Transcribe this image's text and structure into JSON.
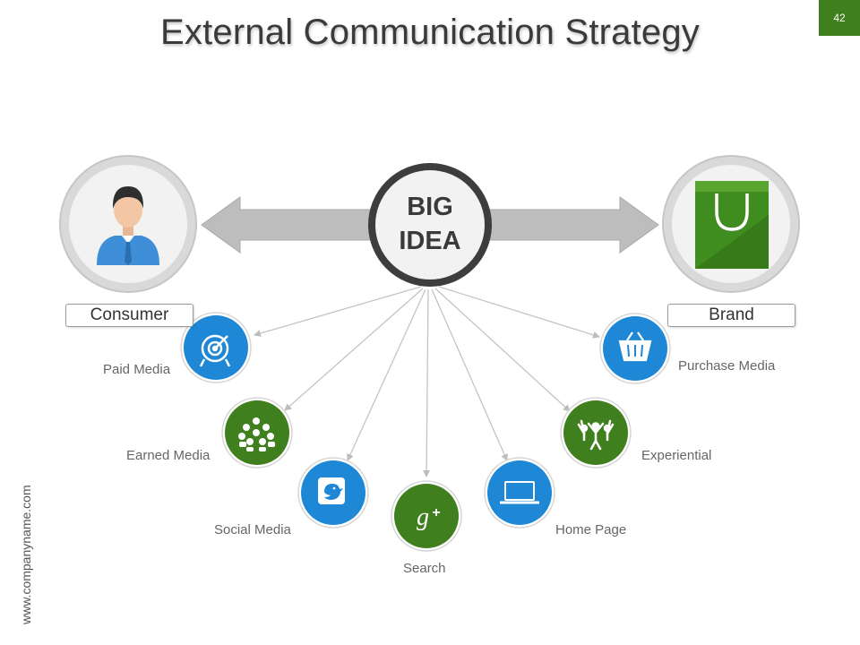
{
  "slide": {
    "title": "External Communication Strategy",
    "page_number": "42",
    "website": "www.companyname.com"
  },
  "diagram": {
    "center": {
      "line1": "BIG",
      "line2": "IDEA"
    },
    "left_node": {
      "label": "Consumer",
      "icon": "businessman-icon"
    },
    "right_node": {
      "label": "Brand",
      "icon": "shopping-bag-icon"
    },
    "channels": [
      {
        "label": "Paid Media",
        "icon": "target-icon",
        "color": "#1e88d6"
      },
      {
        "label": "Earned Media",
        "icon": "people-group-icon",
        "color": "#3f7f1d"
      },
      {
        "label": "Social Media",
        "icon": "twitter-bird-icon",
        "color": "#1e88d6"
      },
      {
        "label": "Search",
        "icon": "google-plus-icon",
        "color": "#3f7f1d"
      },
      {
        "label": "Home Page",
        "icon": "laptop-icon",
        "color": "#1e88d6"
      },
      {
        "label": "Experiential",
        "icon": "crowd-cheering-icon",
        "color": "#3f7f1d"
      },
      {
        "label": "Purchase Media",
        "icon": "shopping-basket-icon",
        "color": "#1e88d6"
      }
    ]
  },
  "colors": {
    "blue": "#1e88d6",
    "green": "#3f7f1d",
    "arrow_gray": "#bdbdbd",
    "ring_dark": "#3d3d3d"
  }
}
